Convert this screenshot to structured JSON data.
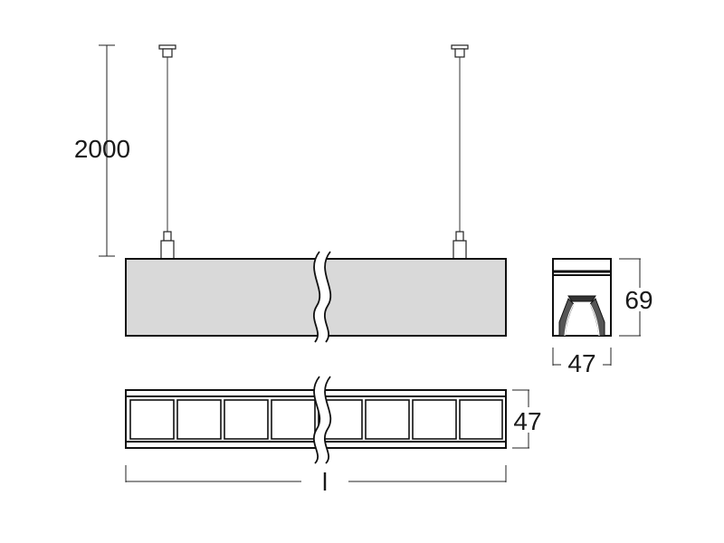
{
  "dimensions": {
    "suspension_length": "2000",
    "profile_height": "69",
    "profile_width": "47",
    "bottom_view_width": "47",
    "length": "l"
  },
  "colors": {
    "body_fill": "#d9d9d9",
    "line": "#111111",
    "louver_fill": "#ffffff"
  }
}
